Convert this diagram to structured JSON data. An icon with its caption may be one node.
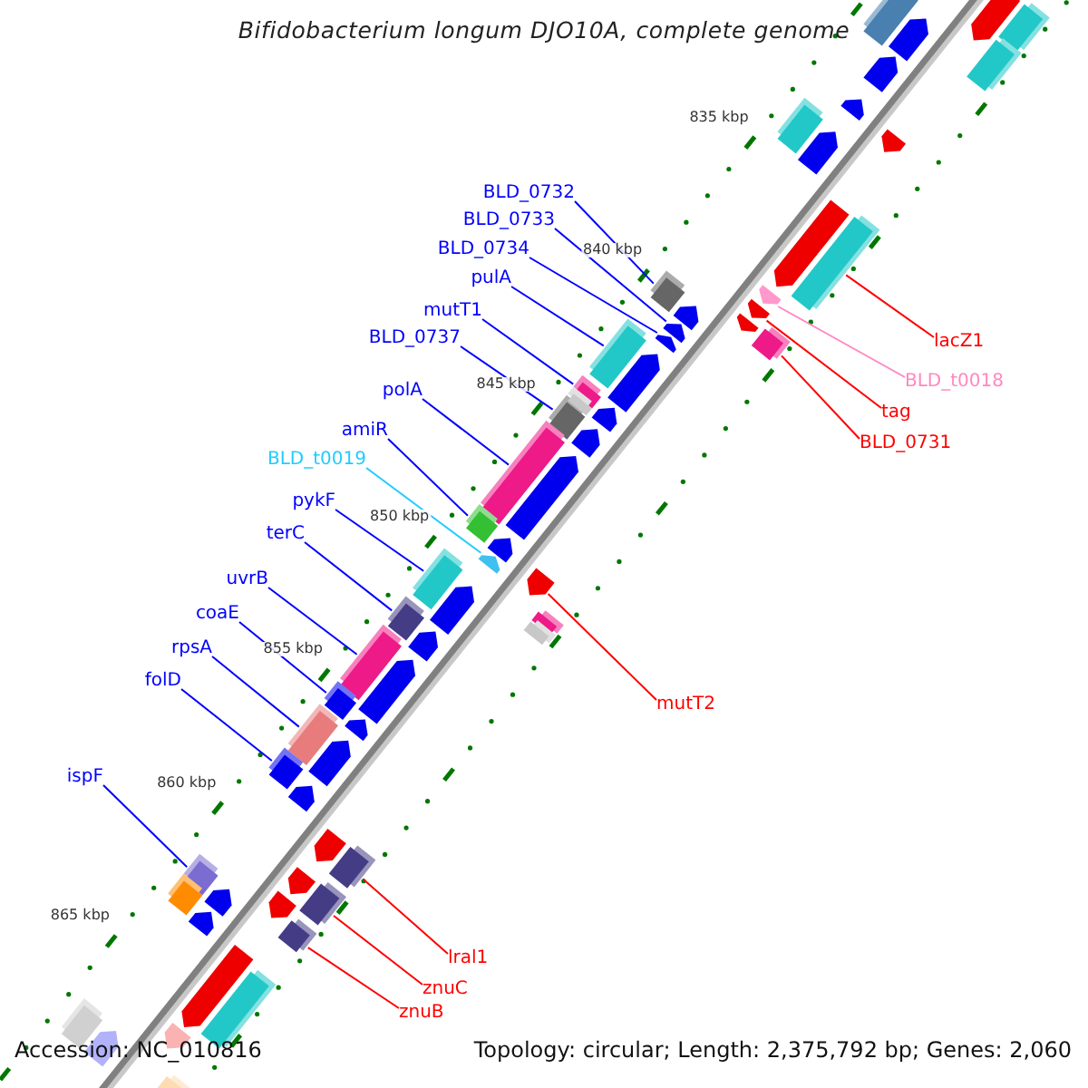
{
  "diagram": {
    "title": "Bifidobacterium longum DJO10A, complete genome",
    "nodes": [
      {
        "text": [
          "BLD_0732"
        ]
      },
      {
        "text": [],
        "shape": "box"
      },
      {
        "text": [
          "BLD_0733"
        ]
      },
      {
        "text": [],
        "shape": "arrow"
      },
      {
        "text": [
          "BLD_0734"
        ]
      },
      {
        "text": [],
        "shape": "arrow"
      },
      {
        "text": [
          "pulA"
        ]
      },
      {
        "text": [],
        "shape": "box"
      },
      {
        "text": [
          "mutT1"
        ]
      },
      {
        "text": [],
        "shape": "box"
      },
      {
        "text": [
          "BLD_0737"
        ]
      },
      {
        "text": [],
        "shape": "box"
      },
      {
        "text": [
          "lacZ1"
        ]
      },
      {
        "text": [],
        "shape": "box"
      },
      {
        "text": [
          "BLD_t0018"
        ]
      },
      {
        "text": [],
        "shape": "arrow"
      },
      {
        "text": [
          "polA"
        ]
      },
      {
        "text": [],
        "shape": "box"
      },
      {
        "text": [
          "tag"
        ]
      },
      {
        "text": [],
        "shape": "arrow"
      },
      {
        "text": [
          "amiR"
        ]
      },
      {
        "text": [],
        "shape": "box"
      },
      {
        "text": [
          "BLD_0731"
        ]
      },
      {
        "text": [],
        "shape": "box"
      },
      {
        "text": [
          "BLD_t0019"
        ]
      },
      {
        "text": [],
        "shape": "arrow"
      },
      {
        "text": [
          "pykF"
        ]
      },
      {
        "text": [],
        "shape": "box"
      },
      {
        "text": [
          "terC"
        ]
      },
      {
        "text": [],
        "shape": "box"
      },
      {
        "text": [
          "uvrB"
        ]
      },
      {
        "text": [],
        "shape": "box"
      },
      {
        "text": [
          "coaE"
        ]
      },
      {
        "text": [],
        "shape": "box"
      },
      {
        "text": [
          "rpsA"
        ]
      },
      {
        "text": [],
        "shape": "box"
      },
      {
        "text": [
          "folD"
        ]
      },
      {
        "text": [],
        "shape": "box"
      },
      {
        "text": [
          "mutT2"
        ]
      },
      {
        "text": [],
        "shape": "arrow"
      },
      {
        "text": [
          "ispF"
        ]
      },
      {
        "text": [],
        "shape": "box"
      },
      {
        "text": [
          "lral1"
        ]
      },
      {
        "text": [],
        "shape": "box"
      },
      {
        "text": [
          "znuC"
        ]
      },
      {
        "text": [],
        "shape": "box"
      },
      {
        "text": [
          "znuB"
        ]
      },
      {
        "text": [],
        "shape": "box"
      },
      {
        "text": [],
        "shape": "box"
      },
      {
        "text": [],
        "shape": "arrow"
      },
      {
        "text": [],
        "shape": "box"
      },
      {
        "text": [],
        "shape": "box"
      },
      {
        "text": [],
        "shape": "arrow"
      },
      {
        "text": [],
        "shape": "arrow"
      },
      {
        "text": [],
        "shape": "arrow"
      },
      {
        "text": [],
        "shape": "arrow"
      },
      {
        "text": [],
        "shape": "box"
      },
      {
        "text": [],
        "shape": "arrow"
      },
      {
        "text": [],
        "shape": "arrow"
      },
      {
        "text": [],
        "shape": "arrow"
      },
      {
        "text": [],
        "shape": "arrow"
      },
      {
        "text": [],
        "shape": "arrow"
      },
      {
        "text": [],
        "shape": "arrow"
      },
      {
        "text": [],
        "shape": "box"
      },
      {
        "text": [],
        "shape": "arrow"
      },
      {
        "text": [],
        "shape": "arrow"
      },
      {
        "text": [],
        "shape": "arrow"
      },
      {
        "text": [],
        "shape": "box"
      },
      {
        "text": [],
        "shape": "box"
      },
      {
        "text": [],
        "shape": "arrow"
      },
      {
        "text": [],
        "shape": "arrow"
      },
      {
        "text": [],
        "shape": "arrow"
      },
      {
        "text": [],
        "shape": "arrow"
      },
      {
        "text": [],
        "shape": "arrow"
      },
      {
        "text": [],
        "shape": "arrow"
      },
      {
        "text": [],
        "shape": "arrow"
      },
      {
        "text": [],
        "shape": "arrow"
      },
      {
        "text": [],
        "shape": "arrow"
      },
      {
        "text": [],
        "shape": "arrow"
      },
      {
        "text": [],
        "shape": "box"
      },
      {
        "text": [],
        "shape": "arrow"
      },
      {
        "text": [],
        "shape": "arrow"
      },
      {
        "text": [],
        "shape": "box"
      },
      {
        "text": [],
        "shape": "arrow"
      },
      {
        "text": [],
        "shape": "box"
      },
      {
        "text": [],
        "shape": "box"
      },
      {
        "text": [],
        "shape": "arrow"
      }
    ],
    "edges": [
      {
        "from": 0,
        "to": 1,
        "arrow": "none"
      },
      {
        "from": 2,
        "to": 3,
        "arrow": "none"
      },
      {
        "from": 4,
        "to": 5,
        "arrow": "none"
      },
      {
        "from": 6,
        "to": 7,
        "arrow": "none"
      },
      {
        "from": 8,
        "to": 9,
        "arrow": "none"
      },
      {
        "from": 10,
        "to": 11,
        "arrow": "none"
      },
      {
        "from": 12,
        "to": 13,
        "arrow": "none",
        "color": "#ff0000"
      },
      {
        "from": 14,
        "to": 15,
        "arrow": "none",
        "color": "#ff88c0"
      },
      {
        "from": 16,
        "to": 17,
        "arrow": "none"
      },
      {
        "from": 18,
        "to": 19,
        "arrow": "none",
        "color": "#ff0000"
      },
      {
        "from": 20,
        "to": 21,
        "arrow": "none"
      },
      {
        "from": 22,
        "to": 23,
        "arrow": "none",
        "color": "#ff0000"
      },
      {
        "from": 24,
        "to": 25,
        "arrow": "none",
        "color": "#22ccff"
      },
      {
        "from": 26,
        "to": 27,
        "arrow": "none"
      },
      {
        "from": 28,
        "to": 29,
        "arrow": "none"
      },
      {
        "from": 30,
        "to": 31,
        "arrow": "none"
      },
      {
        "from": 32,
        "to": 33,
        "arrow": "none"
      },
      {
        "from": 34,
        "to": 35,
        "arrow": "none"
      },
      {
        "from": 36,
        "to": 37,
        "arrow": "none"
      },
      {
        "from": 38,
        "to": 39,
        "arrow": "none",
        "color": "#ff0000"
      },
      {
        "from": 40,
        "to": 41,
        "arrow": "none"
      },
      {
        "from": 42,
        "to": 43,
        "arrow": "none",
        "color": "#ff0000"
      },
      {
        "from": 44,
        "to": 45,
        "arrow": "none",
        "color": "#ff0000"
      },
      {
        "from": 46,
        "to": 47,
        "arrow": "none",
        "color": "#ff0000"
      }
    ],
    "labels": [
      "835 kbp",
      "840 kbp",
      "845 kbp",
      "850 kbp",
      "855 kbp",
      "860 kbp",
      "865 kbp",
      "Accession: NC_010816",
      "Topology: circular; Length: 2,375,792 bp; Genes: 2,060"
    ]
  }
}
